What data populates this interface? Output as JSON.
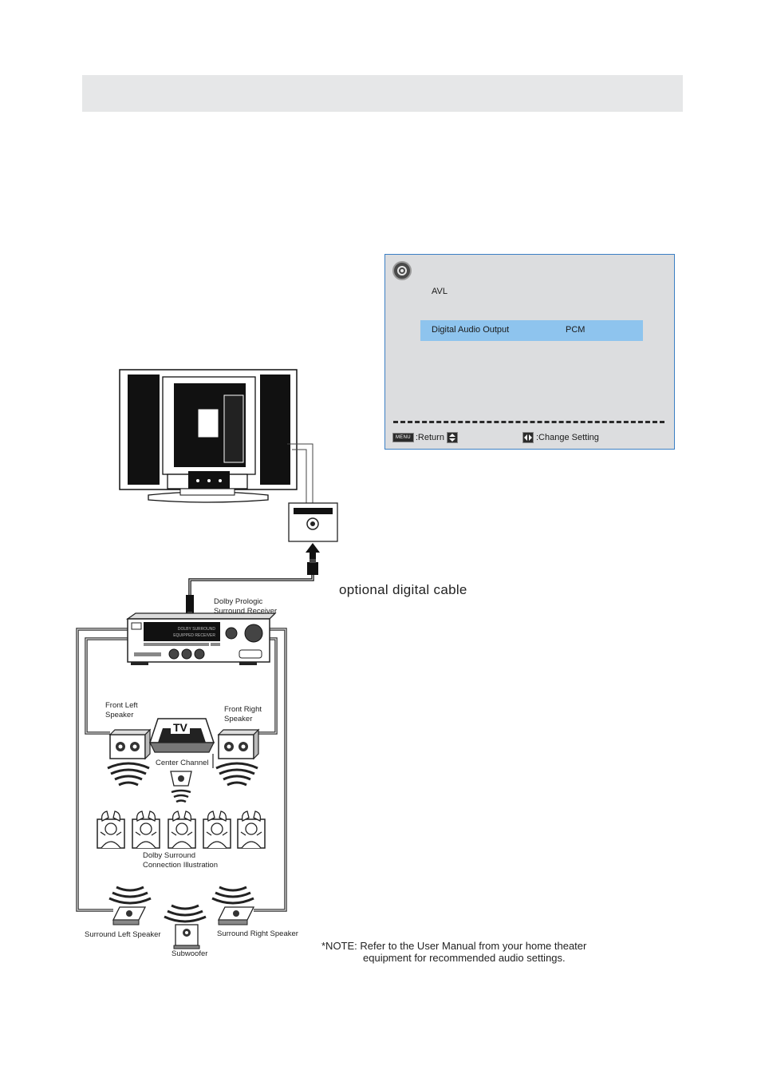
{
  "osd": {
    "avl_label": "AVL",
    "selected_item_label": "Digital Audio Output",
    "selected_item_value": "PCM",
    "menu_key": "MENU",
    "return_label": ":Return",
    "change_setting_label": ":Change Setting",
    "highlight_color": "#8ec4ee",
    "border_color": "#3b7fc4",
    "icons": [
      "speaker-icon",
      "up-down-key-icon",
      "left-right-key-icon"
    ]
  },
  "diagram": {
    "cable_label": "optional digital cable",
    "receiver_label_1": "Dolby Prologic",
    "receiver_label_2": "Surround Receiver",
    "receiver_panel_text_1": "DOLBY SURROUND",
    "receiver_panel_text_2": "EQUIPPED RECEIVER",
    "front_left_1": "Front Left",
    "front_left_2": "Speaker",
    "front_right_1": "Front Right",
    "front_right_2": "Speaker",
    "tv_label": "TV",
    "center_channel": "Center Channel",
    "illustration_1": "Dolby Surround",
    "illustration_2": "Connection Illustration",
    "surround_left": "Surround Left Speaker",
    "surround_right": "Surround Right Speaker",
    "subwoofer": "Subwoofer"
  },
  "note": {
    "line1": "*NOTE: Refer to the User Manual from your home theater",
    "line2": "equipment for recommended audio settings."
  }
}
